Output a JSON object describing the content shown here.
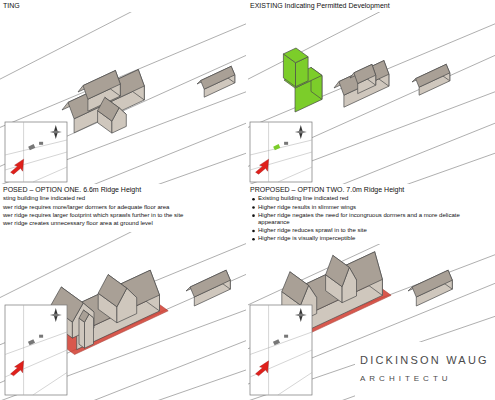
{
  "diagram": {
    "labels": [
      "TING",
      "EXISTING Indicating Permitted Development",
      "POSED – OPTION ONE. 6.6m Ridge Height",
      "sting building line indicated red",
      "wer ridge requires more/larger dormers for adequate floor area",
      "wer ridge requires larger footprint which sprawls further in to the site",
      "wer ridge creates unnecessary floor area at ground level",
      "PROPOSED – OPTION TWO. 7.0m Ridge Height",
      "Existing building line indicated red",
      "Higher ridge results in slimmer wings",
      "Higher ridge negates the need for incongruous dormers and a more delicate appearance",
      "Higher ridge reduces sprawl in to the site",
      "Higher ridge is visually imperceptible",
      "DICKINSON WAUG",
      "ARCHITECTU"
    ]
  }
}
